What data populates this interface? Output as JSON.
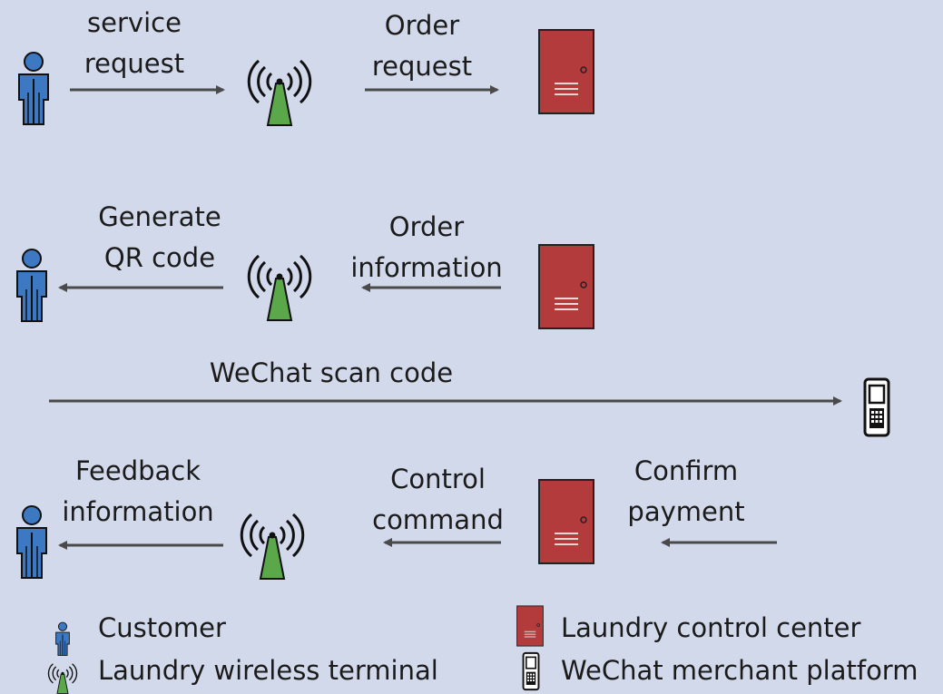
{
  "rows": [
    {
      "labels": [
        "service\nrequest",
        "Order\nrequest"
      ]
    },
    {
      "labels": [
        "Generate\nQR code",
        "Order\ninformation"
      ]
    },
    {
      "labels": [
        "WeChat scan code"
      ]
    },
    {
      "labels": [
        "Feedback\ninformation",
        "Control\ncommand",
        "Confirm\npayment"
      ]
    }
  ],
  "legend": {
    "customer": "Customer",
    "terminal": "Laundry wireless terminal",
    "control_center": "Laundry control center",
    "platform": "WeChat merchant platform"
  },
  "colors": {
    "background": "#d2d9ea",
    "customer": "#3d78c2",
    "terminal": "#5aa84a",
    "control_center": "#b33b3b",
    "arrow": "#4a4a4a"
  }
}
